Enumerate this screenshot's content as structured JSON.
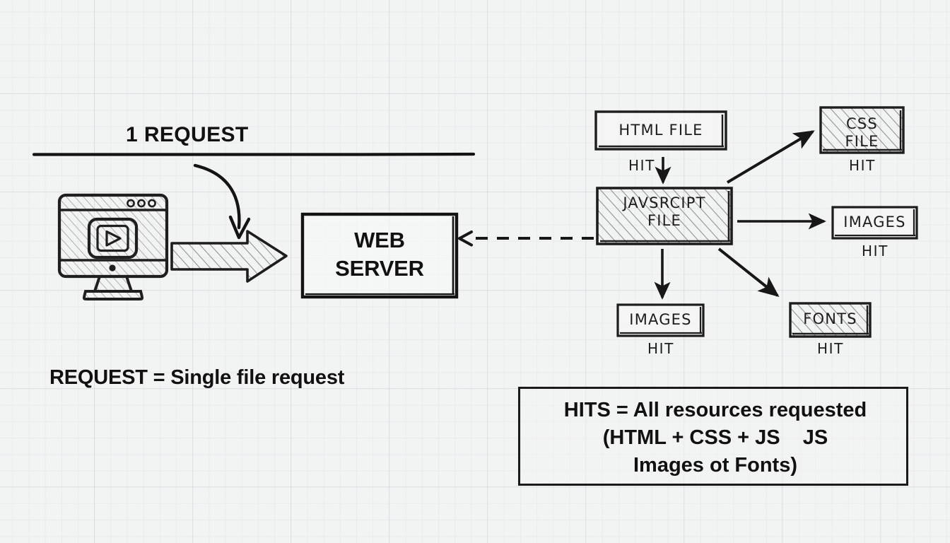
{
  "diagram": {
    "title_left": "1 REQUEST",
    "caption_left": "REQUEST = Single file request",
    "server_label": "WEB\nSERVER",
    "legend_text": "HITS = All resources requested\n(HTML + CSS + JS    JS\nImages ot Fonts)",
    "colors": {
      "paper": "#f2f3f3",
      "grid": "#969ea5",
      "ink": "#1d1d1d",
      "print_text": "#111111",
      "hatch": "#8a8a8a"
    },
    "nodes": [
      {
        "id": "html-file",
        "label": "HTML FILE",
        "hit": "HIT",
        "filled": false
      },
      {
        "id": "javascript-file",
        "label": "JAVSRCIPT\nFILE",
        "hit": "",
        "filled": true
      },
      {
        "id": "css-file",
        "label": "CSS\nFILE",
        "hit": "HIT",
        "filled": true
      },
      {
        "id": "images-right",
        "label": "IMAGES",
        "hit": "HIT",
        "filled": false
      },
      {
        "id": "images-bottom",
        "label": "IMAGES",
        "hit": "HIT",
        "filled": false
      },
      {
        "id": "fonts",
        "label": "FONTS",
        "hit": "HIT",
        "filled": true
      }
    ],
    "device": {
      "name": "browser-monitor",
      "dots": 3,
      "content_icon": "play-button"
    },
    "arrows": [
      {
        "from": "browser",
        "to": "web-server",
        "style": "block-arrow"
      },
      {
        "from": "1-request-line",
        "to": "block-arrow",
        "style": "curved"
      },
      {
        "from": "javascript-file",
        "to": "web-server",
        "style": "dashed"
      },
      {
        "from": "html-file",
        "to": "javascript-file",
        "style": "solid-down"
      },
      {
        "from": "javascript-file",
        "to": "css-file",
        "style": "solid-diagonal-up"
      },
      {
        "from": "javascript-file",
        "to": "images-right",
        "style": "solid-right"
      },
      {
        "from": "javascript-file",
        "to": "images-bottom",
        "style": "solid-down"
      },
      {
        "from": "javascript-file",
        "to": "fonts",
        "style": "solid-diagonal-down"
      }
    ]
  }
}
